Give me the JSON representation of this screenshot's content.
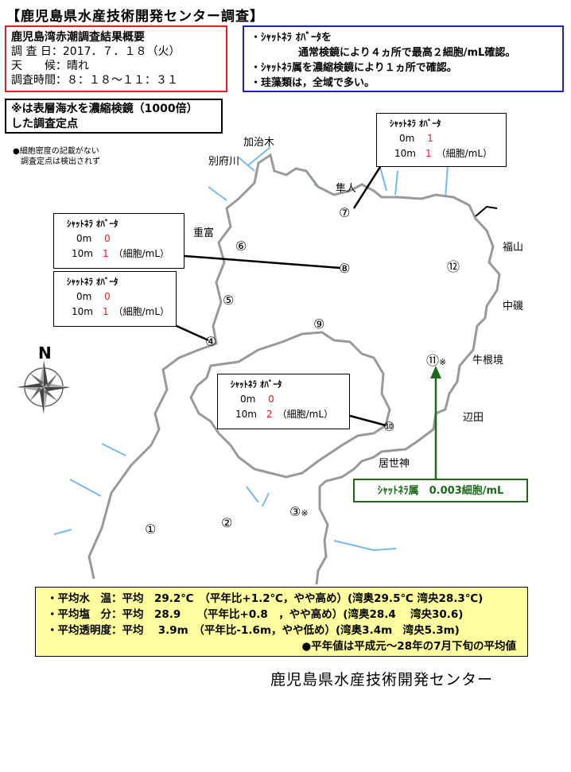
{
  "title": "【鹿児島県水産技術開発センター調査】",
  "summary": {
    "heading": "鹿児島湾赤潮調査結果概要",
    "date": "調 査 日：2017．７．１８（火）",
    "weather": "天　　候：晴れ",
    "time": "調査時間：８：１８～１１：３１"
  },
  "findings": {
    "line1": "・ｼｬｯﾄﾈﾗ ｵﾊﾞｰﾀを",
    "line2": "通常検鏡により４ヵ所で最高２細胞/mL確認。",
    "line3": "・ｼｬｯﾄﾈﾗ属を濃縮検鏡により１ヵ所で確認。",
    "line4": "・珪藻類は，全域で多い。"
  },
  "note": {
    "line1": "※は表層海水を濃縮検鏡（1000倍）",
    "line2": "した調査定点"
  },
  "legend_note": {
    "line1": "●細胞密度の記載がない",
    "line2": "調査定点は検出されず"
  },
  "compass_label": "N",
  "places": {
    "kajiki": "加治木",
    "beppu": "別府川",
    "hayato": "隼人",
    "shigetomi": "重富",
    "fukuyama": "福山",
    "nakaiso": "中磯",
    "ushinekyo": "牛根境",
    "henda": "辺田",
    "koseishin": "居世神"
  },
  "stations": {
    "s1": "①",
    "s2": "②",
    "s3": "③",
    "s3mark": "※",
    "s4": "④",
    "s5": "⑤",
    "s6": "⑥",
    "s7": "⑦",
    "s8": "⑧",
    "s9": "⑨",
    "s10": "⑩",
    "s11": "⑪",
    "s11mark": "※",
    "s12": "⑫"
  },
  "boxes": {
    "b7": {
      "species": "ｼｬｯﾄﾈﾗ ｵﾊﾞｰﾀ",
      "d0": "0m",
      "v0": "1",
      "d10": "10m",
      "v10": "1",
      "unit": "（細胞/mL）"
    },
    "b8": {
      "species": "ｼｬｯﾄﾈﾗ ｵﾊﾞｰﾀ",
      "d0": "0m",
      "v0": "0",
      "d10": "10m",
      "v10": "1",
      "unit": "（細胞/mL）"
    },
    "b4": {
      "species": "ｼｬｯﾄﾈﾗ ｵﾊﾞｰﾀ",
      "d0": "0m",
      "v0": "0",
      "d10": "10m",
      "v10": "1",
      "unit": "（細胞/mL）"
    },
    "b10": {
      "species": "ｼｬｯﾄﾈﾗ ｵﾊﾞｰﾀ",
      "d0": "0m",
      "v0": "0",
      "d10": "10m",
      "v10": "2",
      "unit": "（細胞/mL）"
    }
  },
  "green_note": "ｼｬｯﾄﾈﾗ属　0.003細胞/mL",
  "averages": {
    "temp": "・平均水　温：平均　29.2℃　（平年比+1.2℃，やや高め）(湾奥29.5℃ 湾央28.3℃)",
    "salinity": "・平均塩　分：平均　28.9　　（平年比+0.8　，やや高め）(湾奥28.4　 湾央30.6)",
    "transparency": "・平均透明度：平均　 3.9m　（平年比-1.6m，やや低め）(湾奥3.4m　湾央5.3m)",
    "footnote": "●平年値は平成元～28年の7月下旬の平均値"
  },
  "credit": "鹿児島県水産技術開発センター",
  "colors": {
    "red": "#e02020",
    "blue": "#2020c0",
    "green": "#1a6a1a",
    "yellow": "#ffffa0",
    "river": "#7ab8e8"
  }
}
